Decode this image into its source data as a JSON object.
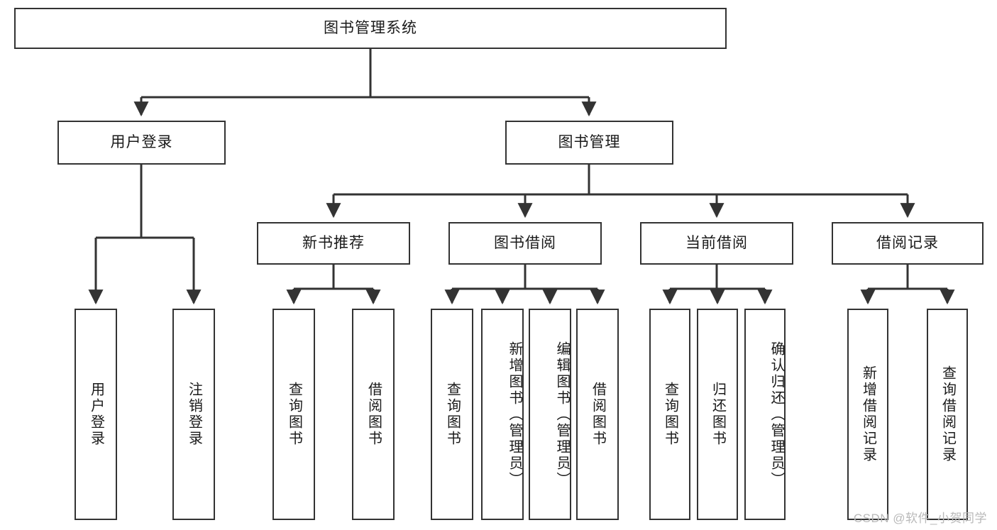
{
  "diagram": {
    "title": "图书管理系统",
    "type": "tree-hierarchy-chart",
    "root": {
      "label": "图书管理系统"
    },
    "level2": [
      {
        "label": "用户登录"
      },
      {
        "label": "图书管理"
      }
    ],
    "level3": [
      {
        "label": "新书推荐"
      },
      {
        "label": "图书借阅"
      },
      {
        "label": "当前借阅"
      },
      {
        "label": "借阅记录"
      }
    ],
    "leaves": {
      "user_login": [
        {
          "label": "用户登录"
        },
        {
          "label": "注销登录"
        }
      ],
      "new_book_recommend": [
        {
          "label": "查询图书"
        },
        {
          "label": "借阅图书"
        }
      ],
      "book_borrow": [
        {
          "label": "查询图书"
        },
        {
          "label": "新增图书（管理员）"
        },
        {
          "label": "编辑图书（管理员）"
        },
        {
          "label": "借阅图书"
        }
      ],
      "current_borrow": [
        {
          "label": "查询图书"
        },
        {
          "label": "归还图书"
        },
        {
          "label": "确认归还（管理员）"
        }
      ],
      "borrow_record": [
        {
          "label": "新增借阅记录"
        },
        {
          "label": "查询借阅记录"
        }
      ]
    }
  },
  "watermark": {
    "text": "CSDN @软件_小贺同学"
  },
  "colors": {
    "stroke": "#333333",
    "box_fill": "#ffffff",
    "text": "#1a1a1a",
    "watermark": "#b9b9b9"
  }
}
